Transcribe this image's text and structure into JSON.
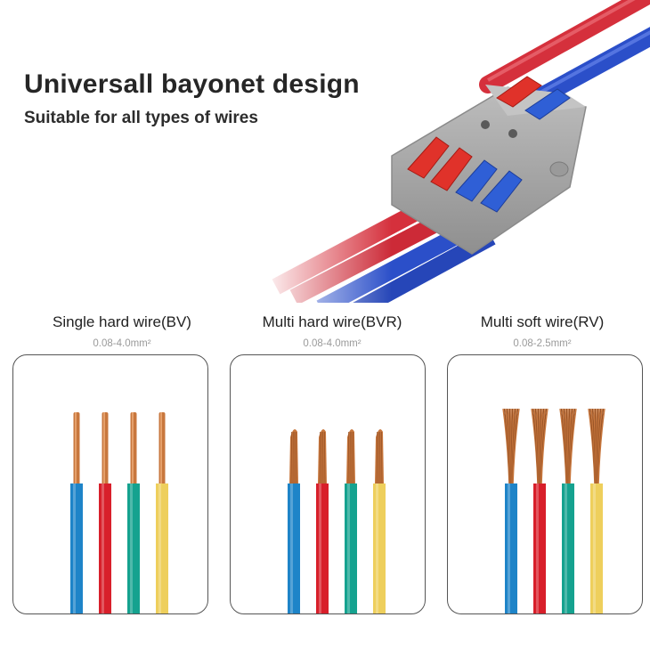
{
  "header": {
    "headline": "Universall bayonet design",
    "subline": "Suitable for all types of wires"
  },
  "wire_types": [
    {
      "title": "Single hard wire(BV)",
      "spec": "0.08-4.0mm²",
      "conductor": "solid"
    },
    {
      "title": "Multi hard wire(BVR)",
      "spec": "0.08-4.0mm²",
      "conductor": "stranded"
    },
    {
      "title": "Multi soft wire(RV)",
      "spec": "0.08-2.5mm²",
      "conductor": "frayed"
    }
  ],
  "colors": {
    "insulation": [
      "#1e84c8",
      "#d81f2a",
      "#15a28f",
      "#eecf5c"
    ],
    "copper": "#c8773d",
    "copper_dark": "#9a5426",
    "connector_body": "#a8a8a8",
    "lever_red": "#e0322a",
    "lever_blue": "#2f5fd6",
    "cable_red": "#d5303c",
    "cable_blue": "#2b4fc9"
  }
}
